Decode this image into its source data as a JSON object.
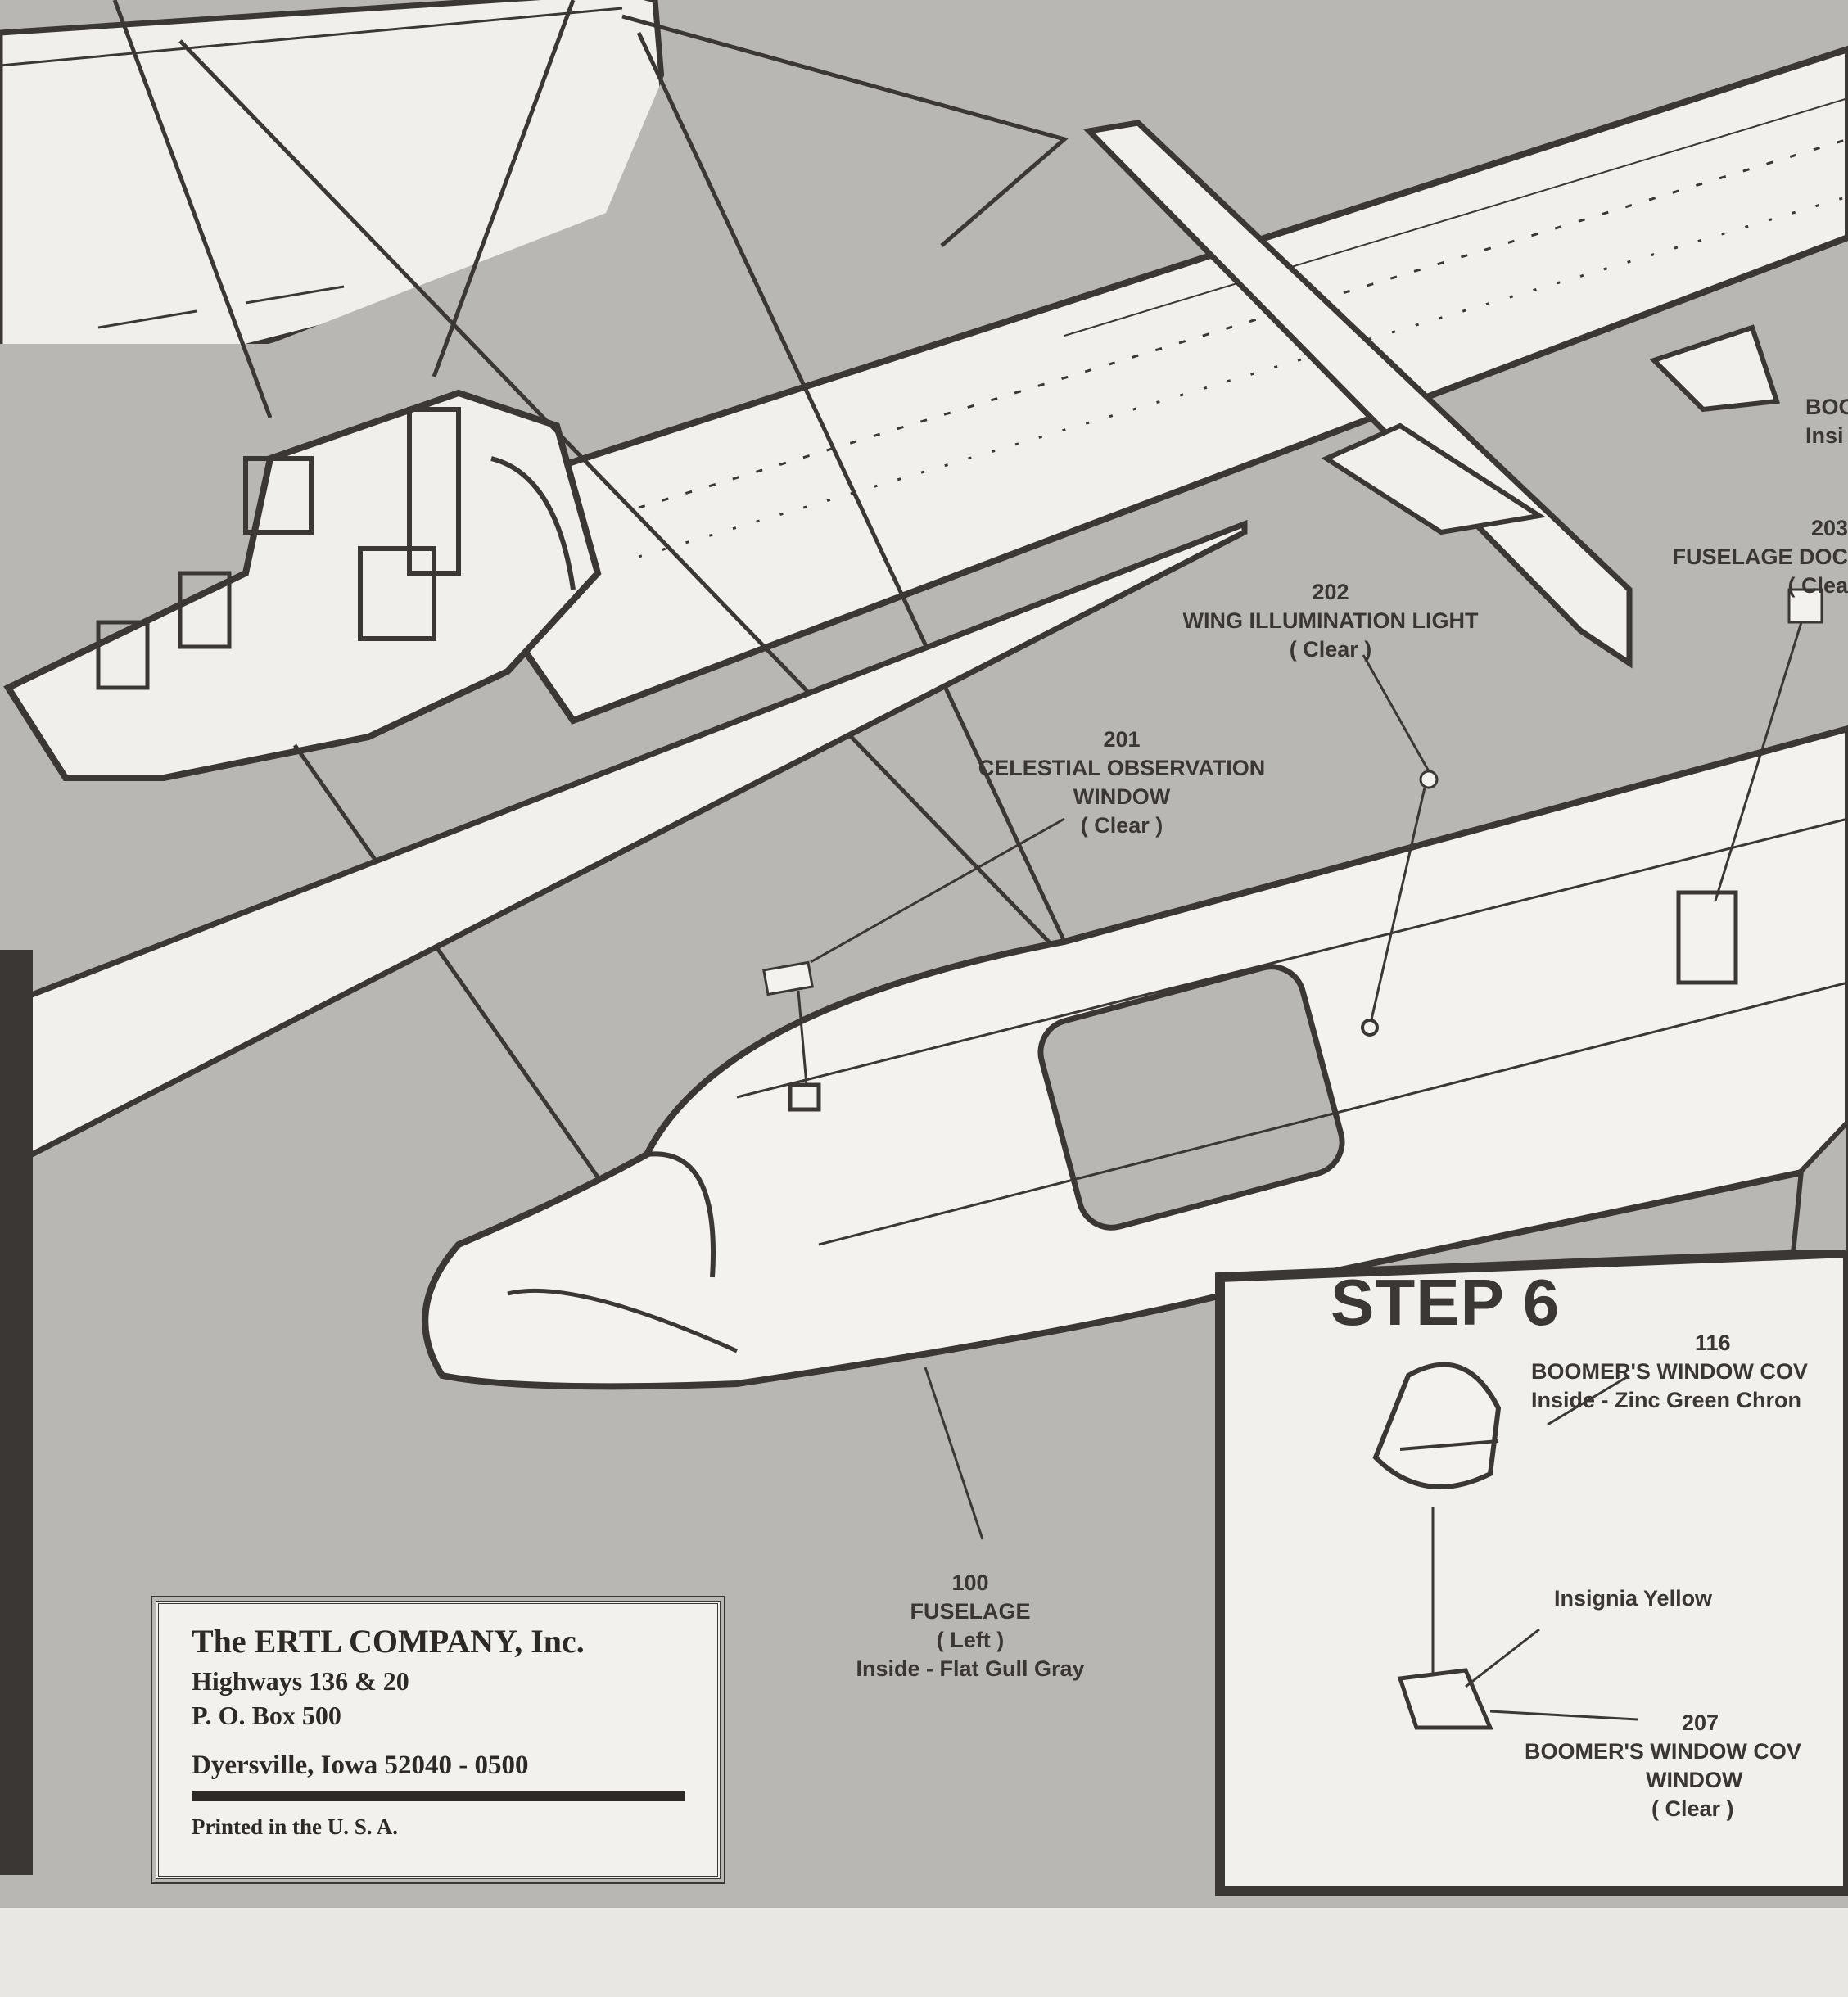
{
  "colors": {
    "paper": "#f3f1ee",
    "gray": "#b9b7b4",
    "ink": "#3b3734"
  },
  "parts": {
    "p202": {
      "number": "202",
      "name": "WING ILLUMINATION LIGHT",
      "color": "( Clear )"
    },
    "p201": {
      "number": "201",
      "name": "CELESTIAL OBSERVATION",
      "name2": "WINDOW",
      "color": "( Clear )"
    },
    "p203": {
      "number": "203",
      "name": "FUSELAGE DOC",
      "color": "( Clea"
    },
    "cut_top": {
      "line1": "BOO",
      "line2": "Insi"
    },
    "p100": {
      "number": "100",
      "name": "FUSELAGE",
      "side": "( Left )",
      "inside": "Inside - Flat Gull Gray"
    },
    "p116": {
      "number": "116",
      "name": "BOOMER'S WINDOW COV",
      "inside": "Inside - Zinc Green Chron"
    },
    "insignia": "Insignia Yellow",
    "p207": {
      "number": "207",
      "name": "BOOMER'S WINDOW COV",
      "name2": "WINDOW",
      "color": "( Clear )"
    }
  },
  "step": {
    "title": "STEP 6"
  },
  "company": {
    "name": "The ERTL COMPANY, Inc.",
    "address1": "Highways  136  &  20",
    "address2": "P. O. Box  500",
    "city": "Dyersville,  Iowa  52040 - 0500",
    "printed": "Printed in the U. S. A."
  }
}
